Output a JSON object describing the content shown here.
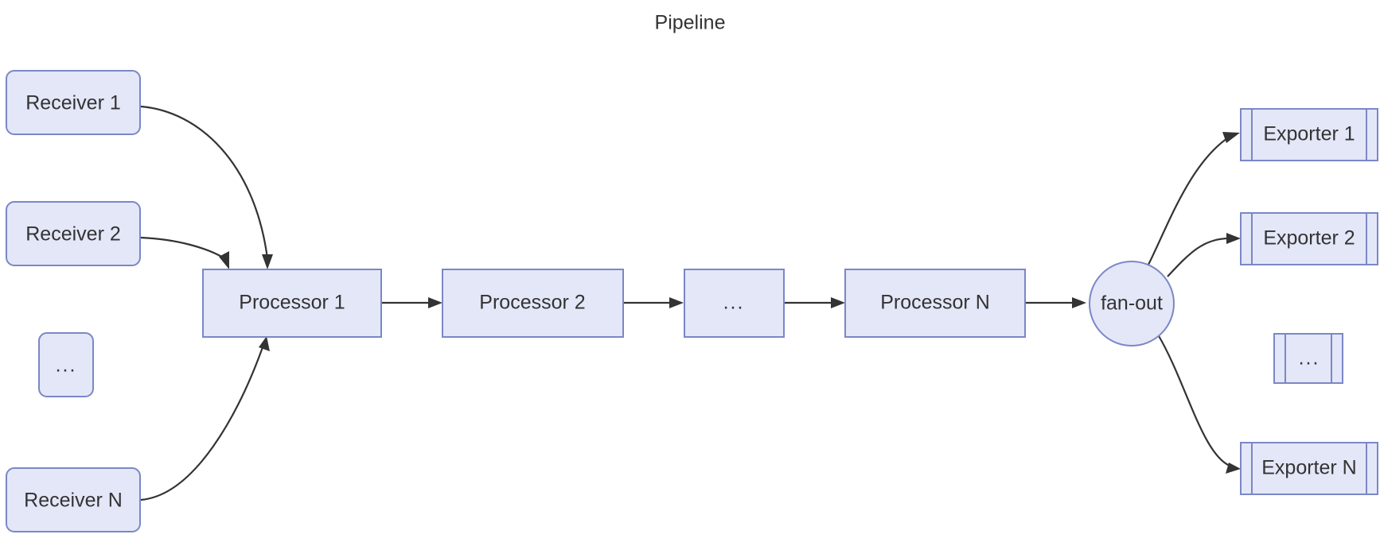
{
  "diagram": {
    "type": "flowchart",
    "title": "Pipeline",
    "direction": "left-to-right",
    "theme": {
      "node_fill": "#e3e7f8",
      "node_stroke": "#7b87c6",
      "edge_stroke": "#333333",
      "text_color": "#333333",
      "background": "#ffffff"
    },
    "nodes": {
      "receivers": [
        {
          "id": "receiver-1",
          "label": "Receiver 1",
          "shape": "rounded-rect"
        },
        {
          "id": "receiver-2",
          "label": "Receiver 2",
          "shape": "rounded-rect"
        },
        {
          "id": "receiver-ellipsis",
          "label": "...",
          "shape": "rounded-rect"
        },
        {
          "id": "receiver-n",
          "label": "Receiver N",
          "shape": "rounded-rect"
        }
      ],
      "processors": [
        {
          "id": "processor-1",
          "label": "Processor 1",
          "shape": "rect"
        },
        {
          "id": "processor-2",
          "label": "Processor 2",
          "shape": "rect"
        },
        {
          "id": "processor-ellipsis",
          "label": "...",
          "shape": "rect"
        },
        {
          "id": "processor-n",
          "label": "Processor N",
          "shape": "rect"
        }
      ],
      "fanout": {
        "id": "fan-out",
        "label": "fan-out",
        "shape": "circle"
      },
      "exporters": [
        {
          "id": "exporter-1",
          "label": "Exporter 1",
          "shape": "subroutine"
        },
        {
          "id": "exporter-2",
          "label": "Exporter 2",
          "shape": "subroutine"
        },
        {
          "id": "exporter-ellipsis",
          "label": "...",
          "shape": "subroutine"
        },
        {
          "id": "exporter-n",
          "label": "Exporter N",
          "shape": "subroutine"
        }
      ]
    },
    "edges": [
      {
        "from": "receiver-1",
        "to": "processor-1",
        "style": "curved-arrow"
      },
      {
        "from": "receiver-2",
        "to": "processor-1",
        "style": "curved-arrow"
      },
      {
        "from": "receiver-n",
        "to": "processor-1",
        "style": "curved-arrow"
      },
      {
        "from": "processor-1",
        "to": "processor-2",
        "style": "straight-arrow"
      },
      {
        "from": "processor-2",
        "to": "processor-ellipsis",
        "style": "straight-arrow"
      },
      {
        "from": "processor-ellipsis",
        "to": "processor-n",
        "style": "straight-arrow"
      },
      {
        "from": "processor-n",
        "to": "fan-out",
        "style": "straight-arrow"
      },
      {
        "from": "fan-out",
        "to": "exporter-1",
        "style": "curved-arrow"
      },
      {
        "from": "fan-out",
        "to": "exporter-2",
        "style": "curved-arrow"
      },
      {
        "from": "fan-out",
        "to": "exporter-n",
        "style": "curved-arrow"
      }
    ]
  }
}
